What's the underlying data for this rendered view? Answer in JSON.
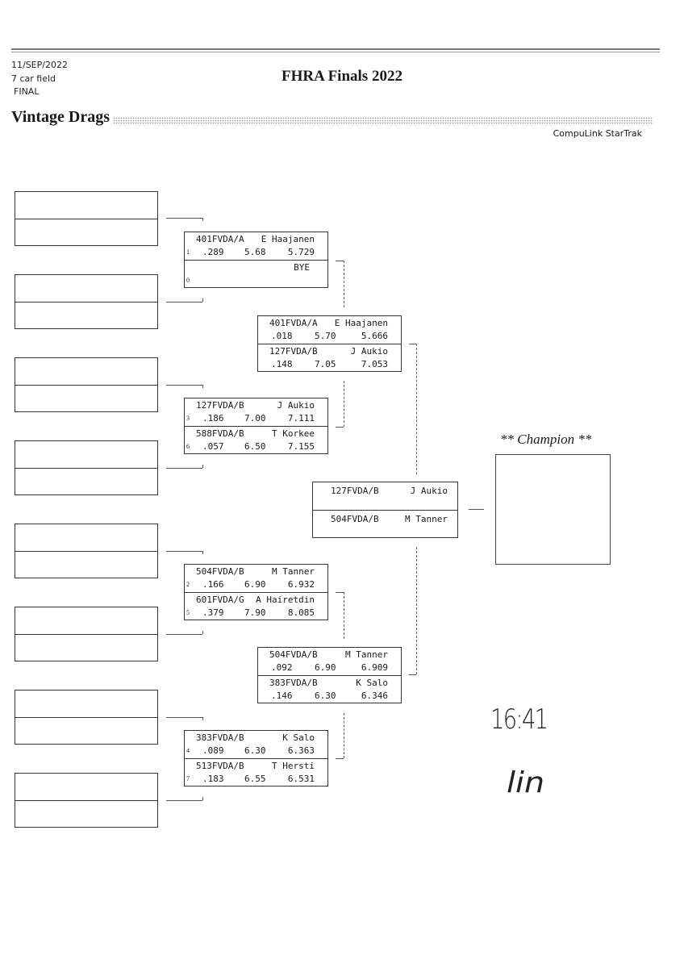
{
  "header": {
    "date": "11/SEP/2022",
    "field": "7 car field",
    "stage": "FINAL",
    "title": "FHRA Finals 2022",
    "section": "Vintage Drags",
    "brand": "CompuLink StarTrak"
  },
  "round1": [
    {
      "top": {
        "seed": "1",
        "car": "401FVDA/A",
        "driver": "E Haajanen",
        "rt": ".289",
        "dial": "5.68",
        "et": "5.729"
      },
      "bottom": {
        "seed": "0",
        "car": "",
        "driver": "BYE",
        "rt": "",
        "dial": "",
        "et": ""
      }
    },
    {
      "top": {
        "seed": "3",
        "car": "127FVDA/B",
        "driver": "J Aukio",
        "rt": ".186",
        "dial": "7.00",
        "et": "7.111"
      },
      "bottom": {
        "seed": "6",
        "car": "588FVDA/B",
        "driver": "T Korkee",
        "rt": ".057",
        "dial": "6.50",
        "et": "7.155"
      }
    },
    {
      "top": {
        "seed": "2",
        "car": "504FVDA/B",
        "driver": "M Tanner",
        "rt": ".166",
        "dial": "6.90",
        "et": "6.932"
      },
      "bottom": {
        "seed": "5",
        "car": "601FVDA/G",
        "driver": "A Hairetdin",
        "rt": ".379",
        "dial": "7.90",
        "et": "8.085"
      }
    },
    {
      "top": {
        "seed": "4",
        "car": "383FVDA/B",
        "driver": "K Salo",
        "rt": ".089",
        "dial": "6.30",
        "et": "6.363"
      },
      "bottom": {
        "seed": "7",
        "car": "513FVDA/B",
        "driver": "T Hersti",
        "rt": ".183",
        "dial": "6.55",
        "et": "6.531"
      }
    }
  ],
  "semifinals": [
    {
      "top": {
        "car": "401FVDA/A",
        "driver": "E Haajanen",
        "rt": ".018",
        "dial": "5.70",
        "et": "5.666"
      },
      "bottom": {
        "car": "127FVDA/B",
        "driver": "J Aukio",
        "rt": ".148",
        "dial": "7.05",
        "et": "7.053"
      }
    },
    {
      "top": {
        "car": "504FVDA/B",
        "driver": "M Tanner",
        "rt": ".092",
        "dial": "6.90",
        "et": "6.909"
      },
      "bottom": {
        "car": "383FVDA/B",
        "driver": "K Salo",
        "rt": ".146",
        "dial": "6.30",
        "et": "6.346"
      }
    }
  ],
  "final": {
    "top": {
      "car": "127FVDA/B",
      "driver": "J Aukio"
    },
    "bottom": {
      "car": "504FVDA/B",
      "driver": "M Tanner"
    }
  },
  "champion": {
    "label": "** Champion **",
    "name": ""
  },
  "handwritten": {
    "time": "16:41",
    "initials": "lin"
  }
}
